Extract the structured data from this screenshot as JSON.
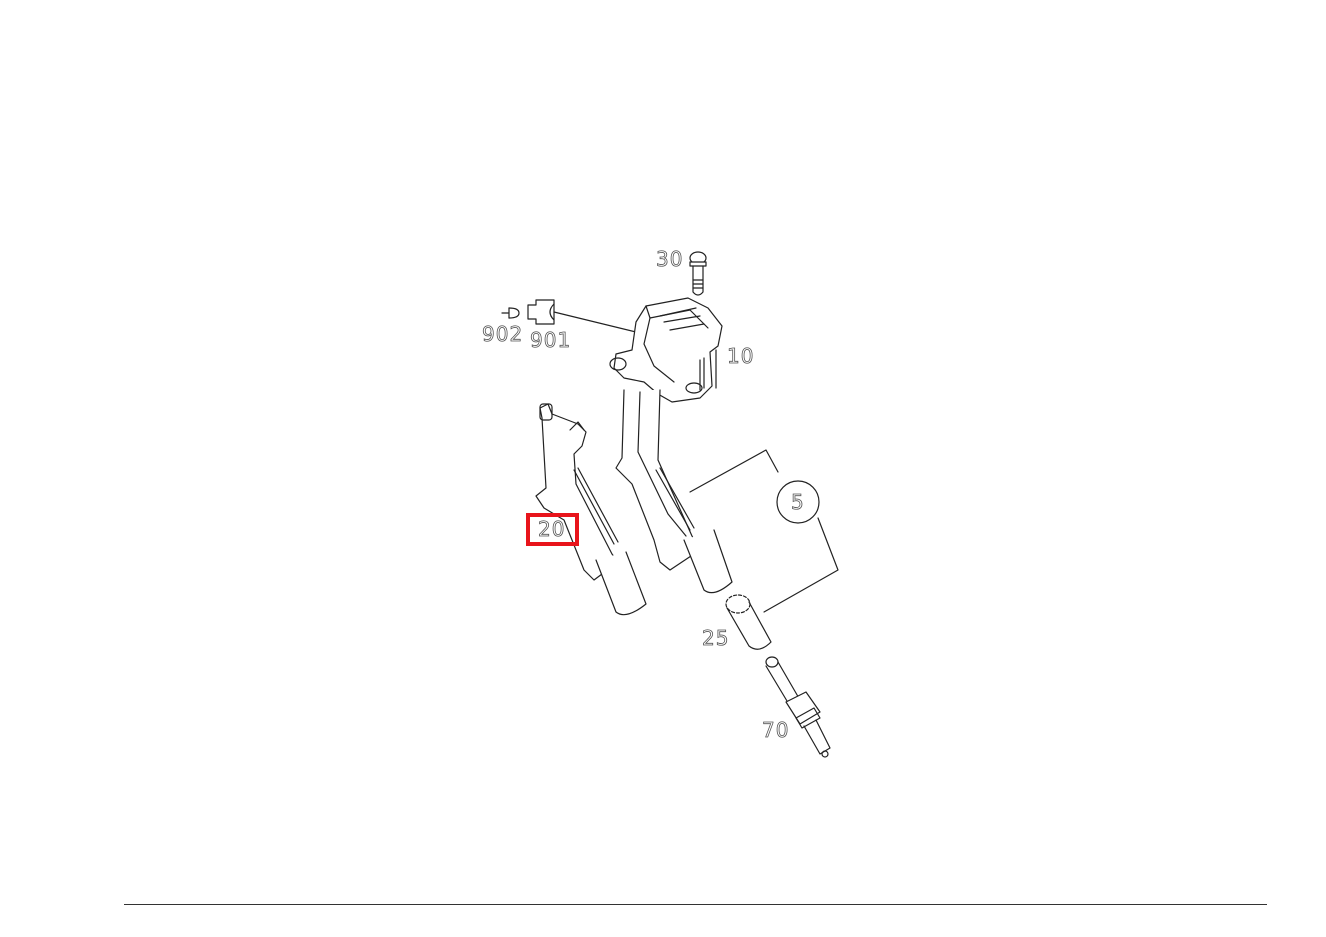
{
  "diagram": {
    "type": "exploded parts diagram",
    "subject": "ignition coil assembly with spark plug",
    "highlighted_callout": "20",
    "highlight_color": "#e8141b",
    "line_color": "#222222"
  },
  "callouts": [
    {
      "id": "30",
      "label": "30",
      "part": "bolt"
    },
    {
      "id": "902",
      "label": "902",
      "part": "connector plug"
    },
    {
      "id": "901",
      "label": "901",
      "part": "connector housing"
    },
    {
      "id": "10",
      "label": "10",
      "part": "ignition coil"
    },
    {
      "id": "5",
      "label": "5",
      "part": "group bracket (circled)"
    },
    {
      "id": "20",
      "label": "20",
      "part": "ignition coil (second)"
    },
    {
      "id": "25",
      "label": "25",
      "part": "sleeve / boot"
    },
    {
      "id": "70",
      "label": "70",
      "part": "spark plug"
    }
  ]
}
